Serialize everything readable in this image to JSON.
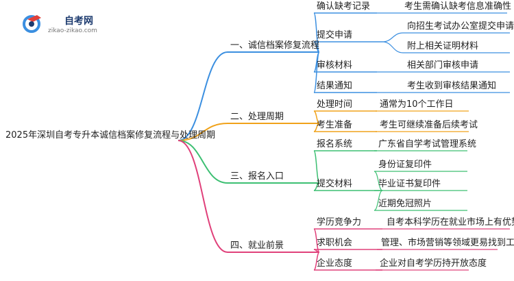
{
  "logo": {
    "name": "自考网",
    "url": "zikao-zikao.com"
  },
  "root": "2025年深圳自考专升本诚信档案修复流程与处理周期",
  "branches": [
    {
      "label": "一、诚信档案修复流程",
      "color": "#3b8fe0",
      "children": [
        {
          "label": "确认缺考记录",
          "leaves": [
            "考生需确认缺考信息准确性"
          ]
        },
        {
          "label": "提交申请",
          "leaves": [
            "向招生考试办公室提交申请",
            "附上相关证明材料"
          ]
        },
        {
          "label": "审核材料",
          "leaves": [
            "相关部门审核申请"
          ]
        },
        {
          "label": "结果通知",
          "leaves": [
            "考生收到审核结果通知"
          ]
        }
      ]
    },
    {
      "label": "二、处理周期",
      "color": "#f0a21a",
      "children": [
        {
          "label": "处理时间",
          "leaves": [
            "通常为10个工作日"
          ]
        },
        {
          "label": "考生准备",
          "leaves": [
            "考生可继续准备后续考试"
          ]
        }
      ]
    },
    {
      "label": "三、报名入口",
      "color": "#3cbf72",
      "children": [
        {
          "label": "报名系统",
          "leaves": [
            "广东省自学考试管理系统"
          ]
        },
        {
          "label": "提交材料",
          "leaves": [
            "身份证复印件",
            "毕业证书复印件",
            "近期免冠照片"
          ]
        }
      ]
    },
    {
      "label": "四、就业前景",
      "color": "#e0407a",
      "children": [
        {
          "label": "学历竞争力",
          "leaves": [
            "自考本科学历在就业市场上有优势"
          ]
        },
        {
          "label": "求职机会",
          "leaves": [
            "管理、市场营销等领域更易找到工作"
          ]
        },
        {
          "label": "企业态度",
          "leaves": [
            "企业对自考学历持开放态度"
          ]
        }
      ]
    }
  ]
}
